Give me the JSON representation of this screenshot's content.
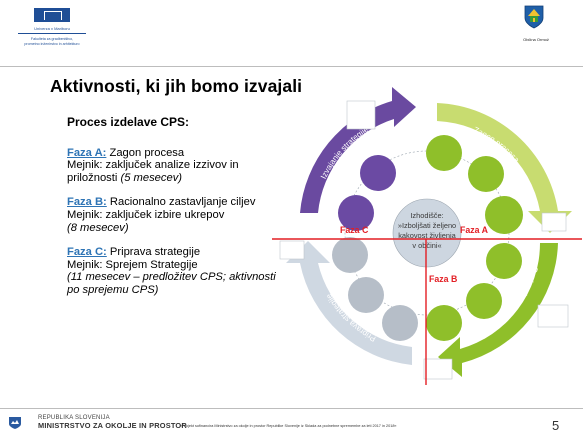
{
  "header": {
    "university_name": "Univerza v Mariboru",
    "faculty_line1": "Fakulteta za gradbeništvo,",
    "faculty_line2": "prometno inženirstvo in arhitekturo",
    "municipality_name": "Občina Ormož"
  },
  "slide": {
    "title": "Aktivnosti, ki jih bomo izvajali",
    "subtitle": "Proces izdelave CPS:",
    "phases": [
      {
        "label": "Faza A:",
        "name": " Zagon procesa",
        "milestone": "Mejnik: zaključek analize izzivov in priložnosti ",
        "duration": "(5 mesecev)"
      },
      {
        "label": "Faza B:",
        "name": " Racionalno zastavljanje ciljev",
        "milestone": "Mejnik: zaključek izbire ukrepov",
        "duration": "(8 mesecev)"
      },
      {
        "label": "Faza C:",
        "name": " Priprava strategije",
        "milestone": "Mejnik: Sprejem Strategije",
        "duration": "(11 mesecev – predložitev CPS; aktivnosti po sprejemu CPS)"
      }
    ]
  },
  "diagram": {
    "center_text": [
      "Izhodišče:",
      "»Izboljšati željeno",
      "kakovost življenja",
      "v občini«"
    ],
    "phase_a_marker": "Faza A",
    "phase_b_marker": "Faza B",
    "phase_c_marker": "Faza C",
    "arc_labels": {
      "a": "Zagon procesa",
      "b": "Racionalno zastavljanje ciljev",
      "c": "Priprava strategije",
      "d": "Izvajanje strategije"
    },
    "colors": {
      "arc_a": "#c8dc70",
      "arc_b": "#8fbf2a",
      "arc_c": "#cfd8e2",
      "arc_d": "#6a4aa0",
      "node_green": "#8fbf2a",
      "node_grey": "#b6bec8",
      "node_purple": "#6b4aa3",
      "center": "#cdd6e0",
      "marker": "#e31e24"
    }
  },
  "footer": {
    "ministry_line1": "REPUBLIKA SLOVENIJA",
    "ministry_line2": "MINISTRSTVO ZA OKOLJE IN PROSTOR",
    "project_note": "»Projekt sofinancira Ministrstvo za okolje in prostor Republike Slovenije iz Sklada za podnebne spremembe za leti 2017 in 2018«",
    "page_number": "5"
  }
}
